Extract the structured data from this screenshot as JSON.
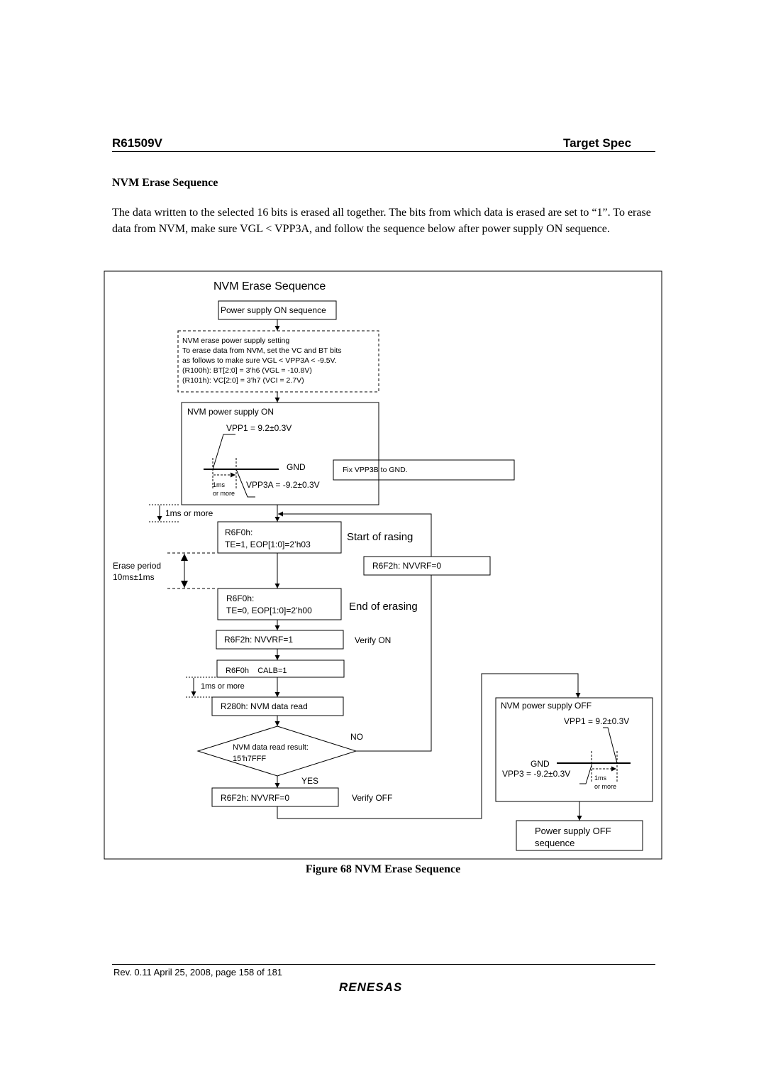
{
  "header": {
    "doc_id": "R61509V",
    "status": "Target Spec"
  },
  "section_title": "NVM Erase Sequence",
  "paragraph": "The data written to the selected 16 bits is erased all together.  The bits from which data is erased are set to “1”. To erase data from NVM, make sure VGL < VPP3A, and follow the sequence below after power supply ON sequence.",
  "diagram": {
    "title": "NVM Erase Sequence",
    "power_on": "Power supply ON sequence",
    "setting_lines": [
      "NVM erase power supply setting",
      "To erase data from NVM, set the VC and BT bits",
      "as follows to make sure VGL < VPP3A < -9.5V.",
      "(R100h): BT[2:0] = 3’h6 (VGL = -10.8V)",
      "(R101h): VC[2:0] = 3’h7 (VCI = 2.7V)"
    ],
    "nvm_on": {
      "title": "NVM power supply ON",
      "vpp1": "VPP1 = 9.2±0.3V",
      "gnd": "GND",
      "vpp3a": "VPP3A = -9.2±0.3V",
      "delay_1": "1ms",
      "delay_2": "or more"
    },
    "fix_vpp3b": "Fix VPP3B to GND.",
    "wait_1ms": "1ms or more",
    "te1_line1": "R6F0h:",
    "te1_line2": "TE=1, EOP[1:0]=2’h03",
    "start_label": "Start of rasing",
    "nvvrf0_loop": "R6F2h: NVVRF=0",
    "erase_period_1": "Erase period",
    "erase_period_2": "10ms±1ms",
    "te0_line1": "R6F0h:",
    "te0_line2": "TE=0, EOP[1:0]=2’h00",
    "end_label": "End of erasing",
    "nvvrf1": "R6F2h: NVVRF=1",
    "verify_on": "Verify ON",
    "calb": "R6F0h    CALB=1",
    "wait_1ms_2": "1ms or more",
    "data_read": "R280h: NVM data read",
    "decision_1": "NVM data read result:",
    "decision_2": "15’h7FFF",
    "no": "NO",
    "yes": "YES",
    "nvvrf0_final": "R6F2h: NVVRF=0",
    "verify_off": "Verify OFF",
    "nvm_off": {
      "title": "NVM power supply OFF",
      "vpp1": "VPP1 = 9.2±0.3V",
      "gnd": "GND",
      "vpp3": "VPP3 = -9.2±0.3V",
      "delay_1": "1ms",
      "delay_2": "or more"
    },
    "power_off_1": "Power supply OFF",
    "power_off_2": "sequence"
  },
  "caption": "Figure 68 NVM Erase Sequence",
  "footer": {
    "revision": "Rev. 0.11 April 25, 2008, page 158 of 181",
    "logo_text": "RENESAS"
  }
}
